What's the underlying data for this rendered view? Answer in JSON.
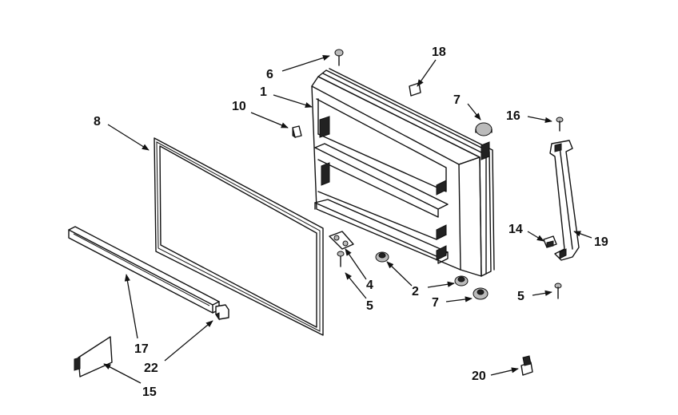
{
  "callouts": {
    "c1": "1",
    "c2": "2",
    "c4": "4",
    "c5a": "5",
    "c5b": "5",
    "c6": "6",
    "c7a": "7",
    "c7b": "7",
    "c8": "8",
    "c10": "10",
    "c14": "14",
    "c15": "15",
    "c16": "16",
    "c17": "17",
    "c18": "18",
    "c19": "19",
    "c20": "20",
    "c22": "22"
  },
  "colors": {
    "line": "#111111",
    "background": "#ffffff"
  }
}
